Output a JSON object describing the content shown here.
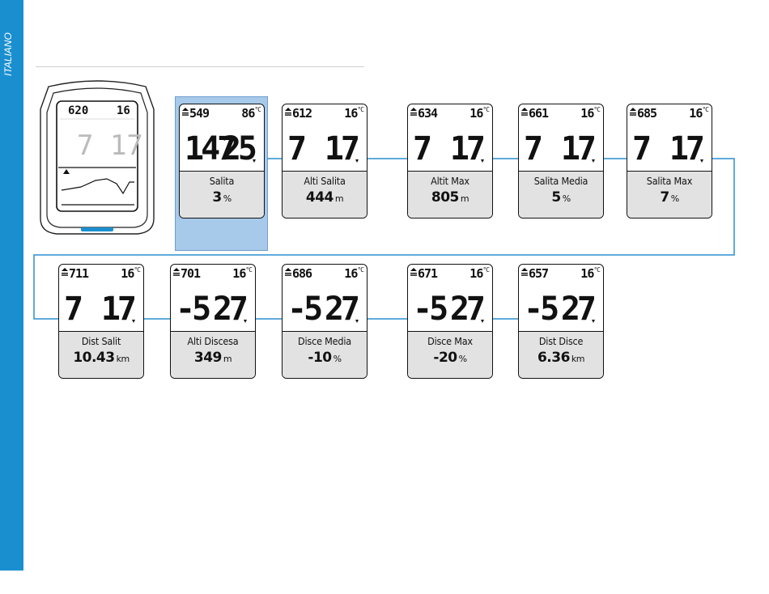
{
  "sidebar": {
    "label": "ITALIANO",
    "color": "#1a8fd0"
  },
  "connector_color": "#2a8fd0",
  "highlight_color": "#a7c9ea",
  "screens": [
    {
      "alt": "549",
      "temp": "86",
      "speed_left": "147",
      "speed_right": "25",
      "label": "Salita",
      "value": "3",
      "unit": "%"
    },
    {
      "alt": "612",
      "temp": "16",
      "speed_left": "7",
      "speed_right": "17",
      "label": "Alti Salita",
      "value": "444",
      "unit": "m"
    },
    {
      "alt": "634",
      "temp": "16",
      "speed_left": "7",
      "speed_right": "17",
      "label": "Altit Max",
      "value": "805",
      "unit": "m"
    },
    {
      "alt": "661",
      "temp": "16",
      "speed_left": "7",
      "speed_right": "17",
      "label": "Salita Media",
      "value": "5",
      "unit": "%"
    },
    {
      "alt": "685",
      "temp": "16",
      "speed_left": "7",
      "speed_right": "17",
      "label": "Salita Max",
      "value": "7",
      "unit": "%"
    },
    {
      "alt": "711",
      "temp": "16",
      "speed_left": "7",
      "speed_right": "17",
      "label": "Dist Salit",
      "value": "10.43",
      "unit": "km"
    },
    {
      "alt": "701",
      "temp": "16",
      "speed_left": "-5",
      "speed_right": "27",
      "label": "Alti Discesa",
      "value": "349",
      "unit": "m"
    },
    {
      "alt": "686",
      "temp": "16",
      "speed_left": "-5",
      "speed_right": "27",
      "label": "Disce Media",
      "value": "-10",
      "unit": "%"
    },
    {
      "alt": "671",
      "temp": "16",
      "speed_left": "-5",
      "speed_right": "27",
      "label": "Disce Max",
      "value": "-20",
      "unit": "%"
    },
    {
      "alt": "657",
      "temp": "16",
      "speed_left": "-5",
      "speed_right": "27",
      "label": "Dist Disce",
      "value": "6.36",
      "unit": "km"
    }
  ],
  "device": {
    "alt": "620",
    "temp": "16"
  }
}
